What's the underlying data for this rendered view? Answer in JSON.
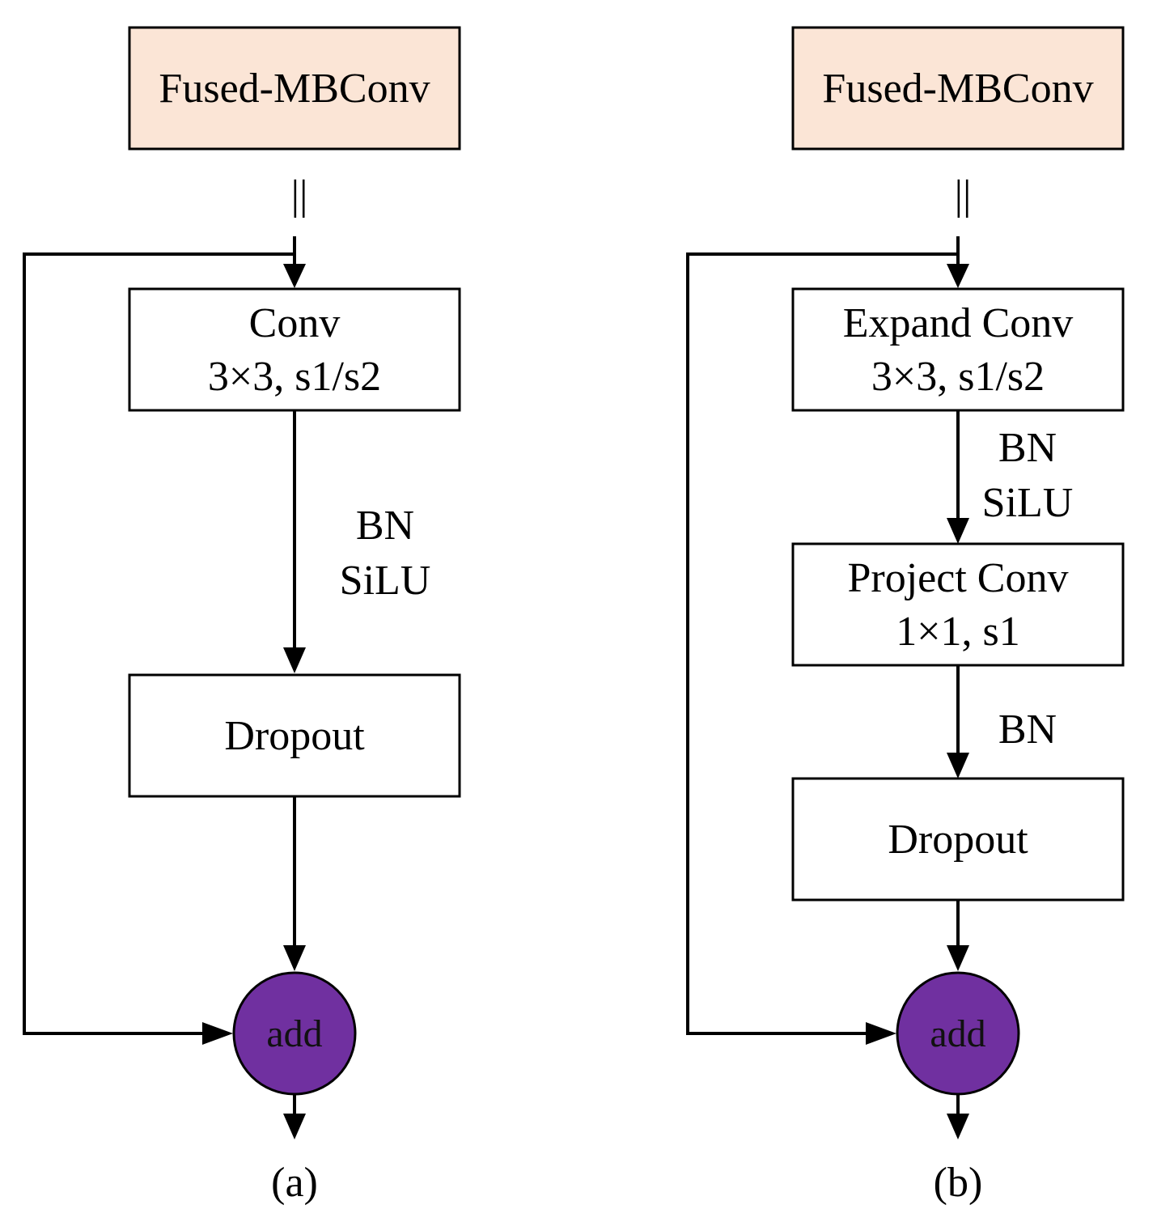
{
  "panels": {
    "a": {
      "header_label": "Fused-MBConv",
      "equals_sign": "||",
      "conv_title": "Conv",
      "conv_params": "3×3, s1/s2",
      "act_line1": "BN",
      "act_line2": "SiLU",
      "dropout_label": "Dropout",
      "add_label": "add",
      "caption": "(a)"
    },
    "b": {
      "header_label": "Fused-MBConv",
      "equals_sign": "||",
      "expand_title": "Expand Conv",
      "expand_params": "3×3, s1/s2",
      "act_line1": "BN",
      "act_line2": "SiLU",
      "project_title": "Project Conv",
      "project_params": "1×1, s1",
      "bn_label": "BN",
      "dropout_label": "Dropout",
      "add_label": "add",
      "caption": "(b)"
    }
  },
  "colors": {
    "header_fill": "#fbe5d6",
    "add_fill": "#7030a0",
    "stroke": "#000000"
  }
}
